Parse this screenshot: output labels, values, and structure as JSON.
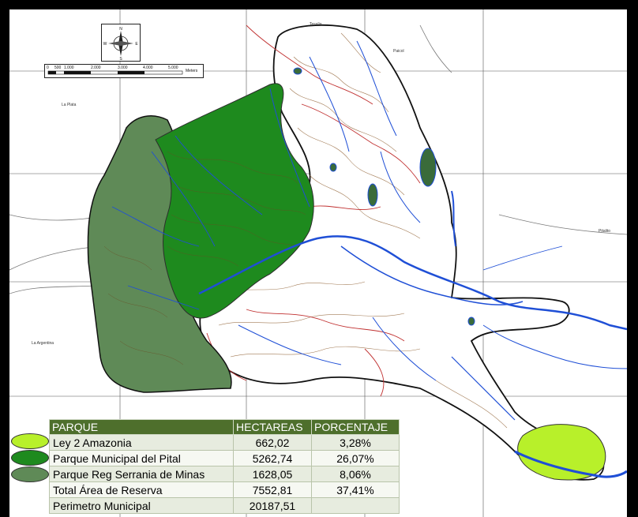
{
  "map": {
    "place_labels": [
      "Paicol",
      "La Plata",
      "Tesalia",
      "Pitalito",
      "La Argentina"
    ],
    "compass_letters": {
      "n": "N",
      "s": "S",
      "e": "E",
      "w": "W"
    },
    "scale": {
      "ticks": [
        "0",
        "500",
        "1.000",
        "2.000",
        "3.000",
        "4.000",
        "5.000"
      ],
      "unit": "Meters"
    },
    "colors": {
      "ley2": "#b8f02a",
      "pital": "#1e8a1e",
      "serrania": "#5f8a57",
      "river": "#1f4fd6",
      "road": "#c03030",
      "contour": "#8b5a2b",
      "boundary": "#222222"
    }
  },
  "legend": {
    "headers": [
      "PARQUE",
      "HECTAREAS",
      "PORCENTAJE"
    ],
    "rows": [
      {
        "name": "Ley 2  Amazonia",
        "hectareas": "662,02",
        "porcentaje": "3,28%",
        "swatch": "#b8f02a"
      },
      {
        "name": "Parque Municipal del Pital",
        "hectareas": "5262,74",
        "porcentaje": "26,07%",
        "swatch": "#1e8a1e"
      },
      {
        "name": "Parque Reg Serrania de Minas",
        "hectareas": "1628,05",
        "porcentaje": "8,06%",
        "swatch": "#5f8a57"
      },
      {
        "name": "Total Área de Reserva",
        "hectareas": "7552,81",
        "porcentaje": "37,41%"
      },
      {
        "name": "Perimetro Municipal",
        "hectareas": "20187,51",
        "porcentaje": ""
      }
    ]
  }
}
